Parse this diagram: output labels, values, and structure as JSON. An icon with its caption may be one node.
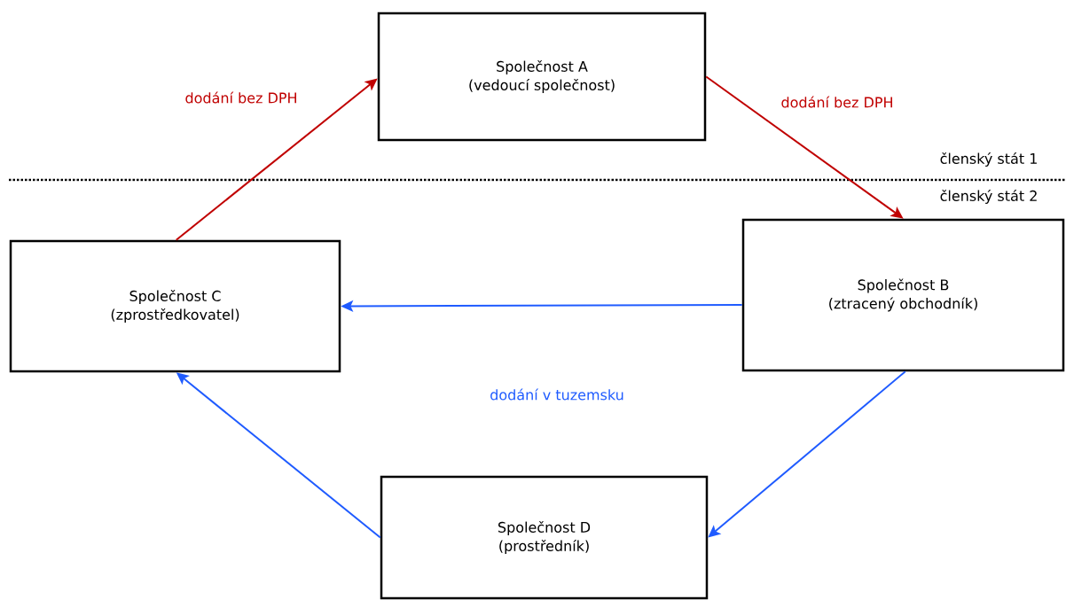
{
  "diagram": {
    "nodes": [
      {
        "text": [
          "Společnost A",
          "(vedoucí společnost)"
        ]
      },
      {
        "text": [
          "Společnost C",
          "(zprostředkovatel)"
        ]
      },
      {
        "text": [
          "Společnost B",
          "(ztracený obchodník)"
        ]
      },
      {
        "text": [
          "Společnost D",
          "(prostředník)"
        ]
      }
    ],
    "edges": [
      {
        "from": 1,
        "to": 0,
        "arrow": "to",
        "label": "dodání bez DPH",
        "color": "#c00000"
      },
      {
        "from": 0,
        "to": 2,
        "arrow": "to",
        "label": "dodání bez DPH",
        "color": "#c00000"
      },
      {
        "from": 2,
        "to": 1,
        "arrow": "to"
      },
      {
        "from": 2,
        "to": 3,
        "arrow": "to"
      },
      {
        "from": 3,
        "to": 1,
        "arrow": "to"
      }
    ],
    "labels": [
      "členský stát 1",
      "členský stát 2",
      "dodání v tuzemsku"
    ]
  }
}
